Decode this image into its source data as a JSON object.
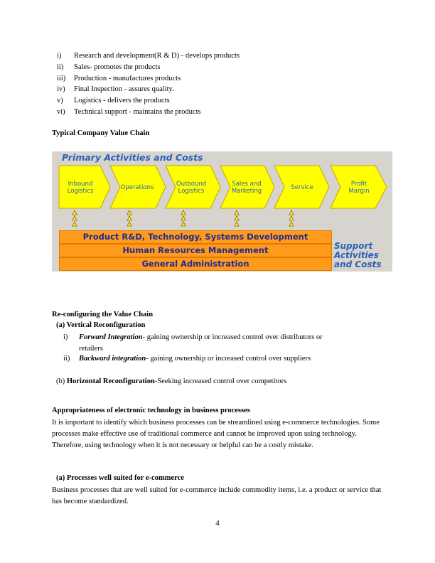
{
  "activities_list": [
    {
      "num": "i)",
      "text": "Research and development(R & D) - develops products"
    },
    {
      "num": "ii)",
      "text": "Sales- promotes the products"
    },
    {
      "num": "iii)",
      "text": "Production - manufactures products"
    },
    {
      "num": "iv)",
      "text": "Final Inspection - assures quality."
    },
    {
      "num": "v)",
      "text": "Logistics - delivers the products"
    },
    {
      "num": "vi)",
      "text": "Technical support - maintains the products"
    }
  ],
  "value_chain_heading": "Typical Company Value Chain",
  "figure": {
    "primary_title": "Primary Activities and Costs",
    "activities": [
      "Inbound Logistics",
      "Operations",
      "Outbound Logistics",
      "Sales and Marketing",
      "Service"
    ],
    "profit": "Profit Margin",
    "support_bars": [
      "Product R&D, Technology, Systems Development",
      "Human Resources Management",
      "General Administration"
    ],
    "support_label": "Support Activities and Costs",
    "colors": {
      "chevron_fill": "#ffff00",
      "bar_fill": "#ff9a1a",
      "label_blue": "#2a62b6",
      "bar_text": "#1f2a9a",
      "background": "#d7d4d0"
    }
  },
  "reconfig": {
    "heading": "Re-configuring the Value Chain",
    "vertical_heading": "(a) Vertical Reconfiguration",
    "items": [
      {
        "num": "i)",
        "term": "Forward Integration",
        "rest": "- gaining ownership or increased control over distributors or",
        "cont": "retailers"
      },
      {
        "num": "ii)",
        "term": "Backward integration",
        "rest": "- gaining ownership or increased control over suppliers"
      }
    ],
    "horizontal_prefix": "(b)",
    "horizontal_term": "Horizontal Reconfiguration",
    "horizontal_rest": "-Seeking increased control over competitors"
  },
  "appropriateness": {
    "heading": "Appropriateness of electronic technology in business processes",
    "paragraph": "It is important to identify which business processes can be streamlined using e-commerce technologies. Some processes make effective use of traditional commerce and cannot be improved upon using technology. Therefore, using technology when it is not necessary or helpful can be a costly mistake."
  },
  "suited": {
    "heading": "(a) Processes well suited for e-commerce",
    "paragraph": "Business processes that are well suited for e-commerce include commodity items, i.e. a product or service that has become standardized."
  },
  "page_number": "4"
}
